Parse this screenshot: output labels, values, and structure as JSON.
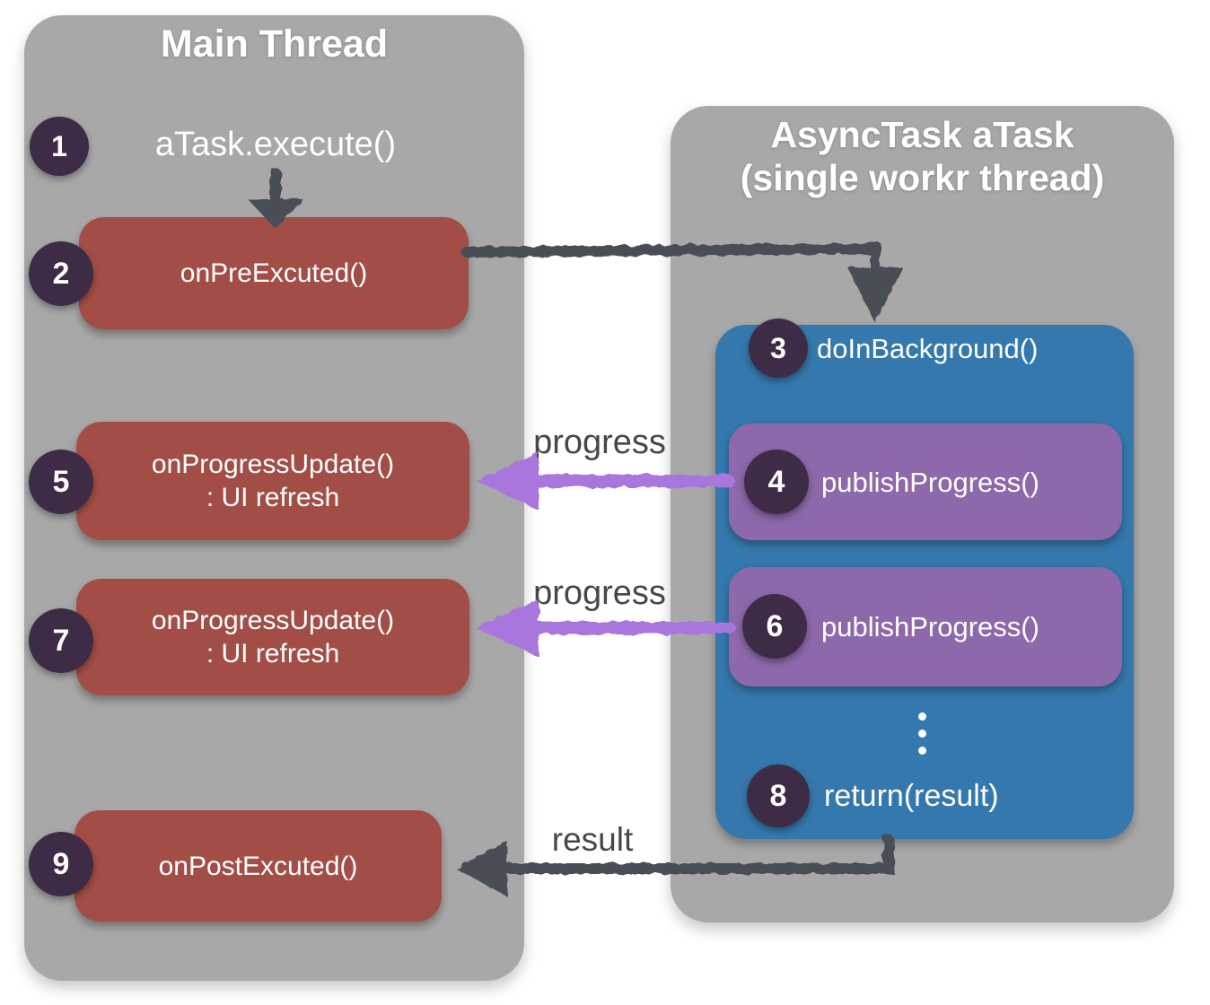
{
  "main_thread": {
    "title": "Main Thread",
    "step1": {
      "num": "1",
      "label": "aTask.execute()"
    },
    "step2": {
      "num": "2",
      "label": "onPreExcuted()"
    },
    "step5": {
      "num": "5",
      "label": "onProgressUpdate()",
      "sublabel": ": UI refresh"
    },
    "step7": {
      "num": "7",
      "label": "onProgressUpdate()",
      "sublabel": ": UI refresh"
    },
    "step9": {
      "num": "9",
      "label": "onPostExcuted()"
    }
  },
  "worker_thread": {
    "title_line1": "AsyncTask aTask",
    "title_line2": "(single workr thread)",
    "step3": {
      "num": "3",
      "label": "doInBackground()"
    },
    "step4": {
      "num": "4",
      "label": "publishProgress()"
    },
    "step6": {
      "num": "6",
      "label": "publishProgress()"
    },
    "step8": {
      "num": "8",
      "label": "return(result)"
    }
  },
  "flow_labels": {
    "progress_1": "progress",
    "progress_2": "progress",
    "result": "result"
  },
  "colors": {
    "panel_gray": "#a8a8a8",
    "box_red": "#a24e47",
    "box_blue": "#3478ad",
    "box_purple": "#8d68aa",
    "badge_dark_purple": "#3e2b45",
    "arrow_dark": "#484e57",
    "arrow_purple": "#a876dd",
    "label_gray": "#474747",
    "text_white": "#ffffff"
  }
}
